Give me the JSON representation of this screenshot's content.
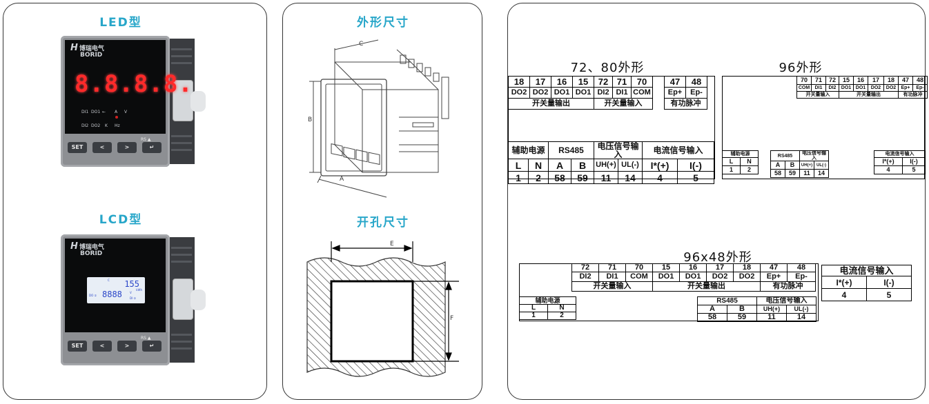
{
  "panels": {
    "left": {
      "led_title": "LED型",
      "lcd_title": "LCD型"
    },
    "middle": {
      "dims_title": "外形尺寸",
      "cutout_title": "开孔尺寸",
      "dim_labels": {
        "a": "A",
        "b": "B",
        "c": "C",
        "e": "E",
        "f": "F"
      }
    }
  },
  "led_device": {
    "brand_cn": "博瑞电气",
    "brand_en": "BORID",
    "digits": "8.8.8.8.",
    "ind_row1": [
      "DI1",
      "DO1",
      "←",
      "A",
      "V"
    ],
    "ind_row2": [
      "DI2",
      "DO2",
      "K",
      "Hz"
    ],
    "rs_label": "RS ▲",
    "keys": [
      "SET",
      "<",
      ">",
      "↵"
    ]
  },
  "lcd_device": {
    "brand_cn": "博瑞电气",
    "brand_en": "BORID",
    "top_value": "155",
    "top_unit": "kWh",
    "main_value": "8888",
    "main_unit": "V",
    "left_label": "DO ①",
    "right_label": "DI ①",
    "tiny": "C",
    "rs_label": "RS ▲",
    "keys": [
      "SET",
      "<",
      ">",
      "↵"
    ]
  },
  "wiring": {
    "w7280": {
      "title": "72、80外形",
      "top_nums": [
        "18",
        "17",
        "16",
        "15",
        "72",
        "71",
        "70"
      ],
      "top_codes": [
        "DO2",
        "DO2",
        "DO1",
        "DO1",
        "DI2",
        "DI1",
        "COM"
      ],
      "group_out": "开关量输出",
      "group_in": "开关量输入",
      "pulse_nums": [
        "47",
        "48"
      ],
      "pulse_codes": [
        "Ep+",
        "Ep-"
      ],
      "pulse_group": "有功脉冲",
      "aux": "辅助电源",
      "rs485": "RS485",
      "volt": "电压信号输入",
      "curr": "电流信号输入",
      "bottom_codes": [
        "L",
        "N",
        "A",
        "B",
        "UH(+)",
        "UL(-)",
        "I*(+)",
        "I(-)"
      ],
      "bottom_nums": [
        "1",
        "2",
        "58",
        "59",
        "11",
        "14",
        "4",
        "5"
      ]
    },
    "w96": {
      "title": "96外形",
      "top_nums": [
        "70",
        "71",
        "72",
        "15",
        "16",
        "17",
        "18",
        "47",
        "48"
      ],
      "top_codes": [
        "COM",
        "DI1",
        "DI2",
        "DO1",
        "DO1",
        "DO2",
        "DO2",
        "Ep+",
        "Ep-"
      ],
      "group_in": "开关量输入",
      "group_out": "开关量输出",
      "pulse_group": "有功脉冲",
      "aux": "辅助电源",
      "rs485": "RS485",
      "volt": "电压信号输入",
      "curr": "电流信号输入",
      "bottom_codes": [
        "L",
        "N",
        "A",
        "B",
        "UH(+)",
        "UL(-)",
        "I*(+)",
        "I(-)"
      ],
      "bottom_nums": [
        "1",
        "2",
        "58",
        "59",
        "11",
        "14",
        "4",
        "5"
      ]
    },
    "w9648": {
      "title": "96x48外形",
      "top_nums": [
        "72",
        "71",
        "70",
        "15",
        "16",
        "17",
        "18",
        "47",
        "48"
      ],
      "top_codes": [
        "DI2",
        "DI1",
        "COM",
        "DO1",
        "DO1",
        "DO2",
        "DO2",
        "Ep+",
        "Ep-"
      ],
      "group_in": "开关量输入",
      "group_out": "开关量输出",
      "pulse_group": "有功脉冲",
      "curr": "电流信号输入",
      "curr_codes": [
        "I*(+)",
        "I(-)"
      ],
      "curr_nums": [
        "4",
        "5"
      ],
      "aux": "辅助电源",
      "rs485": "RS485",
      "volt": "电压信号输入",
      "aux_codes": [
        "L",
        "N"
      ],
      "aux_nums": [
        "1",
        "2"
      ],
      "bottom_codes": [
        "A",
        "B",
        "UH(+)",
        "UL(-)"
      ],
      "bottom_nums": [
        "58",
        "59",
        "11",
        "14"
      ]
    }
  },
  "colors": {
    "title_blue": "#27a6c9",
    "led_red": "#ff2a2a",
    "lcd_blue": "#2a46c8"
  }
}
